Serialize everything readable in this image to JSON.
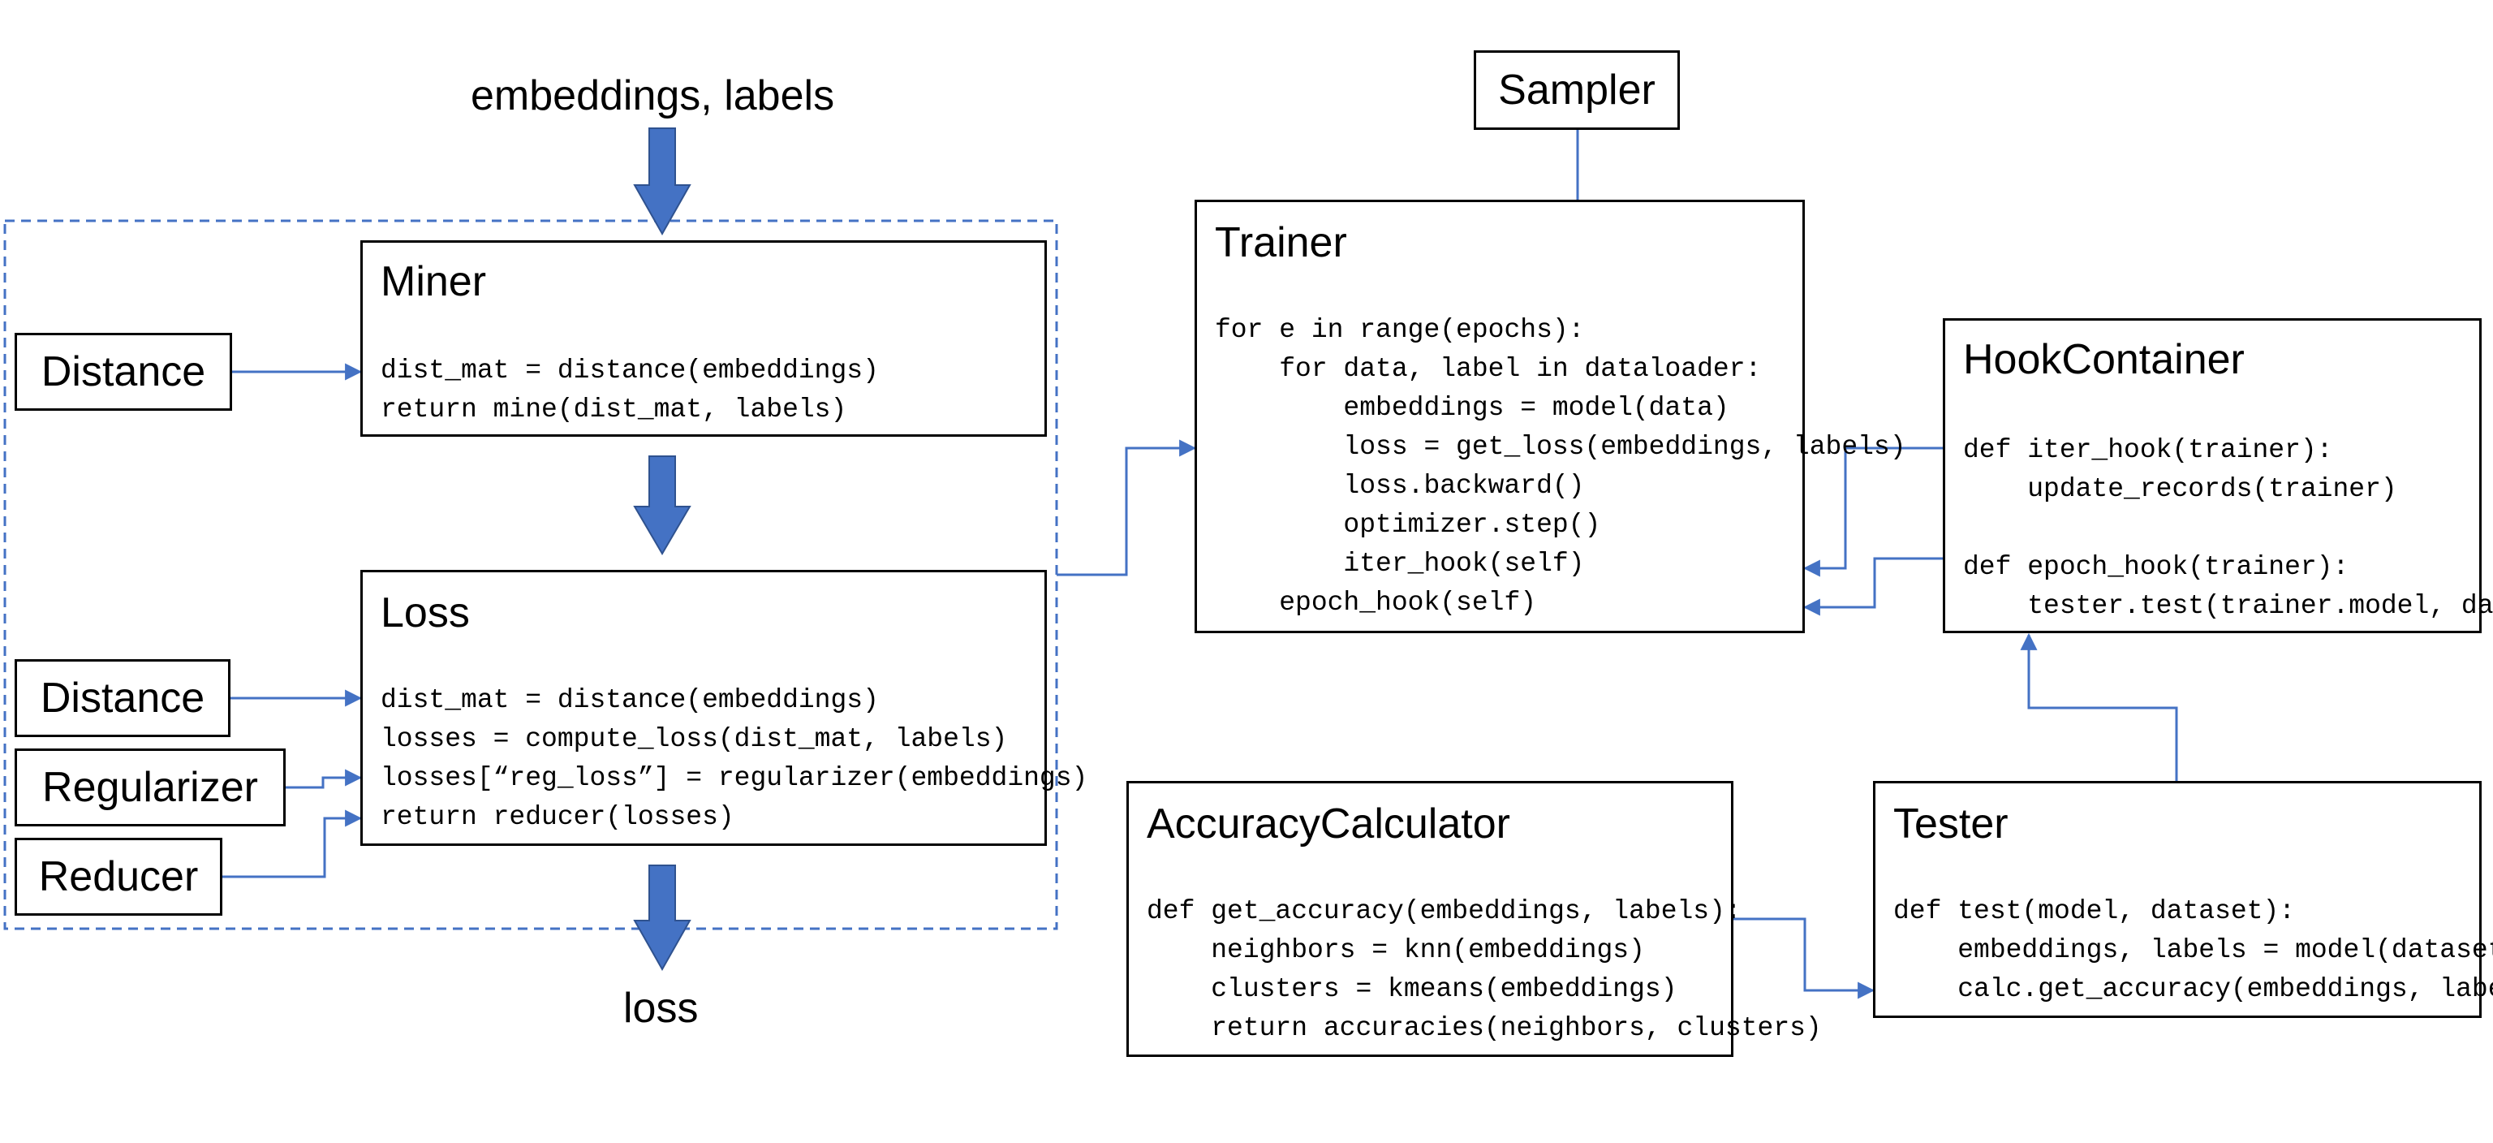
{
  "input_label": "embeddings, labels",
  "output_label": "loss",
  "miner": {
    "title": "Miner",
    "lines": [
      "dist_mat = distance(embeddings)",
      "return mine(dist_mat, labels)"
    ]
  },
  "loss": {
    "title": "Loss",
    "lines": [
      "dist_mat = distance(embeddings)",
      "losses = compute_loss(dist_mat, labels)",
      "losses[“reg_loss”] = regularizer(embeddings)",
      "return reducer(losses)"
    ]
  },
  "distance_miner": "Distance",
  "distance_loss": "Distance",
  "regularizer": "Regularizer",
  "reducer": "Reducer",
  "sampler": "Sampler",
  "trainer": {
    "title": "Trainer",
    "lines": [
      "for e in range(epochs):",
      "    for data, label in dataloader:",
      "        embeddings = model(data)",
      "        loss = get_loss(embeddings, labels)",
      "        loss.backward()",
      "        optimizer.step()",
      "        iter_hook(self)",
      "    epoch_hook(self)"
    ]
  },
  "hook_container": {
    "title": "HookContainer",
    "lines": [
      "def iter_hook(trainer):",
      "    update_records(trainer)",
      "",
      "def epoch_hook(trainer):",
      "    tester.test(trainer.model, dataset)"
    ]
  },
  "accuracy_calculator": {
    "title": "AccuracyCalculator",
    "lines": [
      "def get_accuracy(embeddings, labels):",
      "    neighbors = knn(embeddings)",
      "    clusters = kmeans(embeddings)",
      "    return accuracies(neighbors, clusters)"
    ]
  },
  "tester": {
    "title": "Tester",
    "lines": [
      "def test(model, dataset):",
      "    embeddings, labels = model(dataset)",
      "    calc.get_accuracy(embeddings, labels)"
    ]
  },
  "colors": {
    "arrow": "#4472C4",
    "block_arrow": "#4472C4",
    "block_arrow_edge": "#2F528F",
    "dashed_frame": "#4472C4",
    "box_border": "#000000"
  }
}
